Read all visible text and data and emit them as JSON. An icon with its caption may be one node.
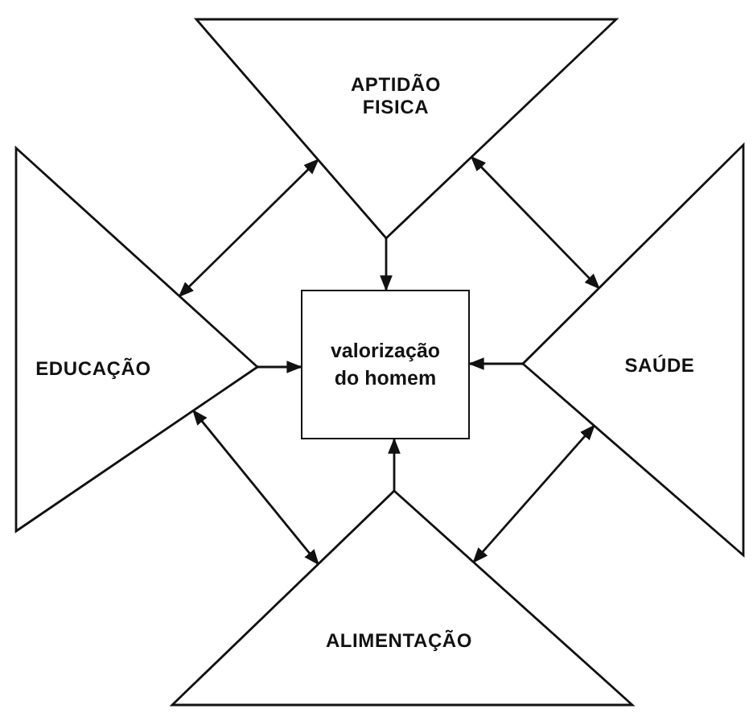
{
  "diagram": {
    "nodes": [
      {
        "text": [
          "APTIDÃO FISICA"
        ]
      },
      {
        "text": [
          "EDUCAÇÃO"
        ]
      },
      {
        "text": [
          "valorização do homem"
        ]
      },
      {
        "text": [
          "SAÚDE"
        ]
      },
      {
        "text": [
          "ALIMENTAÇÃO"
        ]
      }
    ],
    "edges": [
      {
        "from": 0,
        "to": 2,
        "arrow": "to"
      },
      {
        "from": 1,
        "to": 2,
        "arrow": "to"
      },
      {
        "from": 3,
        "to": 2,
        "arrow": "to"
      },
      {
        "from": 4,
        "to": 2,
        "arrow": "to"
      },
      {
        "from": 0,
        "to": 1,
        "arrow": "both"
      },
      {
        "from": 0,
        "to": 3,
        "arrow": "both"
      },
      {
        "from": 3,
        "to": 4,
        "arrow": "both"
      },
      {
        "from": 1,
        "to": 4,
        "arrow": "both"
      }
    ]
  }
}
